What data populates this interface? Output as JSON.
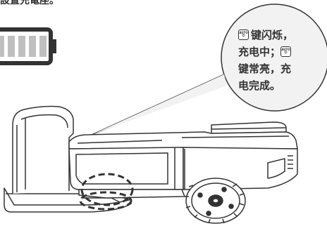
{
  "instruction_fragment": "設置充電座。",
  "callout": {
    "key_icon_label": "AUTO",
    "line1_suffix": "键闪烁，",
    "line2_prefix": "充电中；",
    "line3": "键常亮，充",
    "line4": "电完成。"
  },
  "icons": {
    "battery": "battery-full-icon",
    "auto_key": "auto-power-key-icon"
  },
  "colors": {
    "ink": "#333333",
    "callout_bg": "#f2f2f2",
    "battery_fill": "#bfbfbf"
  }
}
